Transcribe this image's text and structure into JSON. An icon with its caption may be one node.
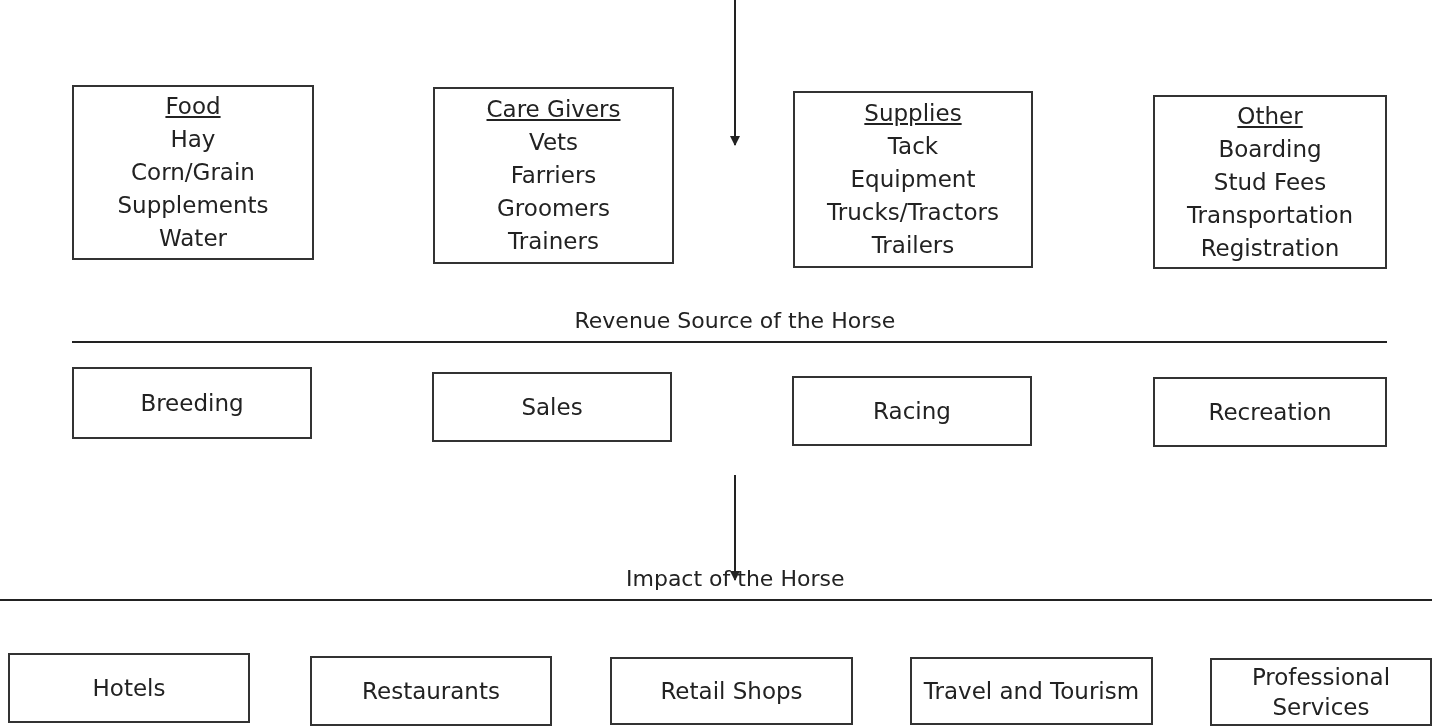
{
  "diagram": {
    "nodes": [
      {
        "text": [
          "Food",
          "Hay",
          "Corn/Grain",
          "Supplements",
          "Water"
        ]
      },
      {
        "text": [
          "Care Givers",
          "Vets",
          "Farriers",
          "Groomers",
          "Trainers"
        ]
      },
      {
        "text": [
          "Supplies",
          "Tack",
          "Equipment",
          "Trucks/Tractors",
          "Trailers"
        ]
      },
      {
        "text": [
          "Other",
          "Boarding",
          "Stud Fees",
          "Transportation",
          "Registration"
        ]
      },
      {
        "text": [
          "Breeding"
        ]
      },
      {
        "text": [
          "Sales"
        ]
      },
      {
        "text": [
          "Racing"
        ]
      },
      {
        "text": [
          "Recreation"
        ]
      },
      {
        "text": [
          "Hotels"
        ]
      },
      {
        "text": [
          "Restaurants"
        ]
      },
      {
        "text": [
          "Retail Shops"
        ]
      },
      {
        "text": [
          "Travel and Tourism"
        ]
      },
      {
        "text": [
          "Professional Services"
        ]
      }
    ],
    "labels": [
      "Revenue Source of the Horse",
      "Impact of the Horse"
    ]
  }
}
